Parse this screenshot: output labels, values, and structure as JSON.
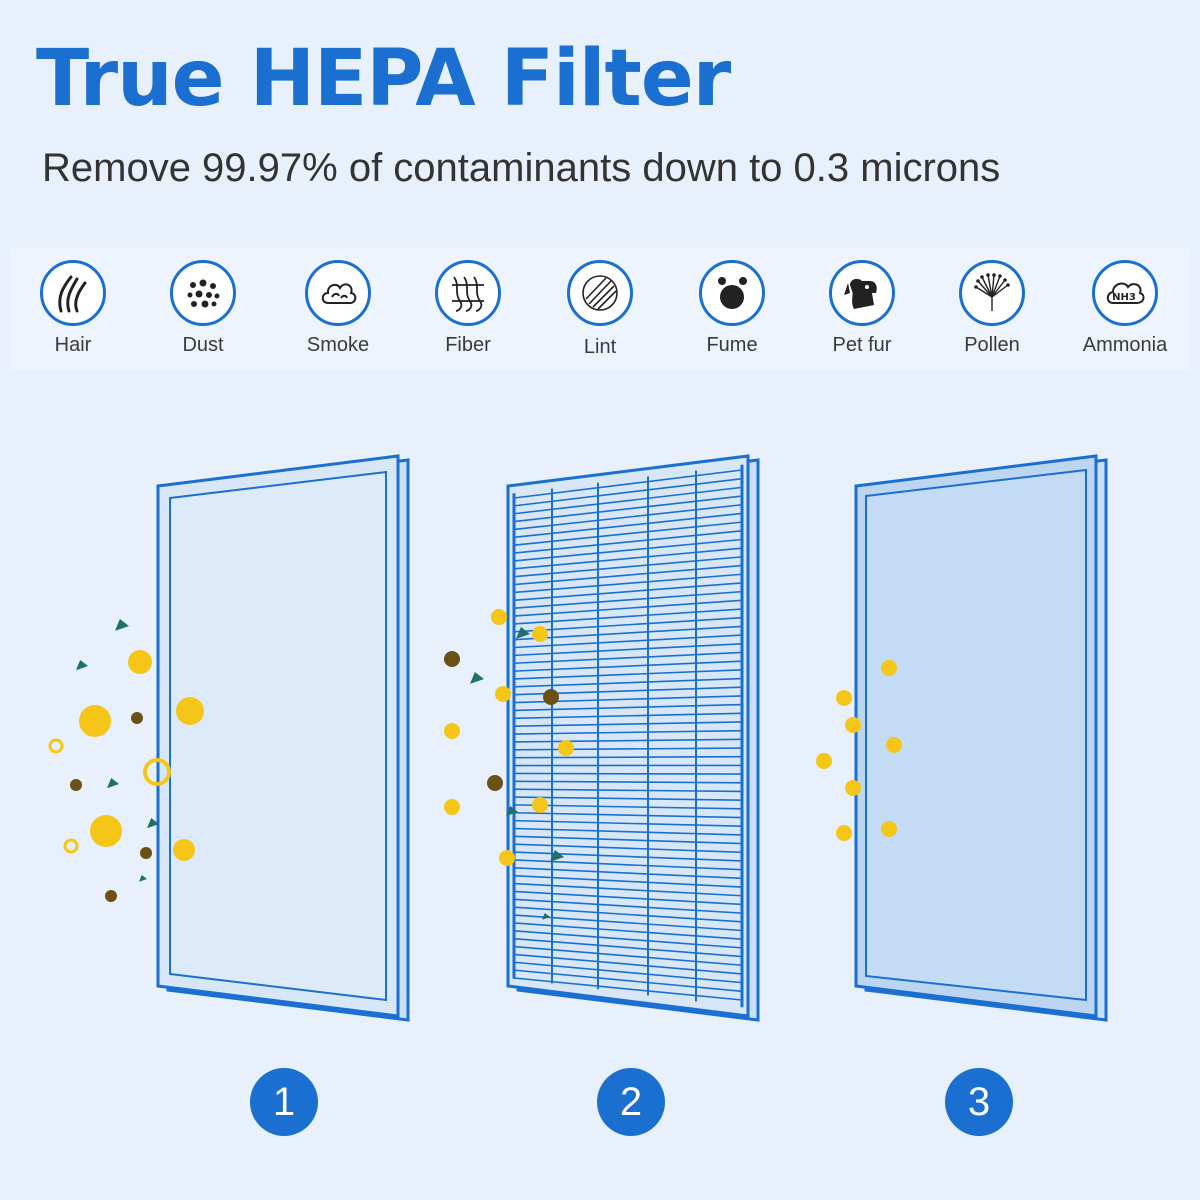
{
  "header": {
    "title": "True HEPA Filter",
    "subtitle": "Remove 99.97% of contaminants down to 0.3 microns"
  },
  "contaminants": [
    {
      "label": "Hair",
      "icon": "hair-icon"
    },
    {
      "label": "Dust",
      "icon": "dust-icon"
    },
    {
      "label": "Smoke",
      "icon": "smoke-icon"
    },
    {
      "label": "Fiber",
      "icon": "fiber-icon"
    },
    {
      "label": "Lint",
      "icon": "lint-icon"
    },
    {
      "label": "Fume",
      "icon": "fume-icon"
    },
    {
      "label": "Pet fur",
      "icon": "pet-fur-icon"
    },
    {
      "label": "Pollen",
      "icon": "pollen-icon"
    },
    {
      "label": "Ammonia",
      "icon": "ammonia-icon"
    }
  ],
  "ammonia_symbol": "NH3",
  "stages": [
    {
      "number": "1"
    },
    {
      "number": "2"
    },
    {
      "number": "3"
    }
  ],
  "colors": {
    "brand_blue": "#1a6fd1",
    "particle_yellow": "#f5c518",
    "particle_brown": "#6b5214",
    "particle_teal": "#1f6f6a",
    "filter_fill": "#c9dff5"
  }
}
